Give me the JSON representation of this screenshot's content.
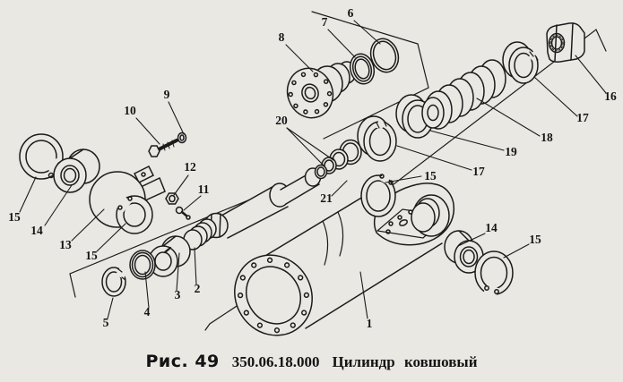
{
  "caption": {
    "figure_label": "Рис. 49",
    "code": "350.06.18.000",
    "title": "Цилиндр  ковшовый"
  },
  "colors": {
    "background": "#e9e8e3",
    "ink": "#1b1b1b"
  },
  "callouts": [
    {
      "label": "6"
    },
    {
      "label": "7"
    },
    {
      "label": "8"
    },
    {
      "label": "9"
    },
    {
      "label": "10"
    },
    {
      "label": "20"
    },
    {
      "label": "16"
    },
    {
      "label": "17"
    },
    {
      "label": "18"
    },
    {
      "label": "19"
    },
    {
      "label": "17"
    },
    {
      "label": "15"
    },
    {
      "label": "15"
    },
    {
      "label": "14"
    },
    {
      "label": "13"
    },
    {
      "label": "15"
    },
    {
      "label": "12"
    },
    {
      "label": "11"
    },
    {
      "label": "21"
    },
    {
      "label": "2"
    },
    {
      "label": "3"
    },
    {
      "label": "4"
    },
    {
      "label": "5"
    },
    {
      "label": "1"
    },
    {
      "label": "14"
    },
    {
      "label": "15"
    }
  ]
}
